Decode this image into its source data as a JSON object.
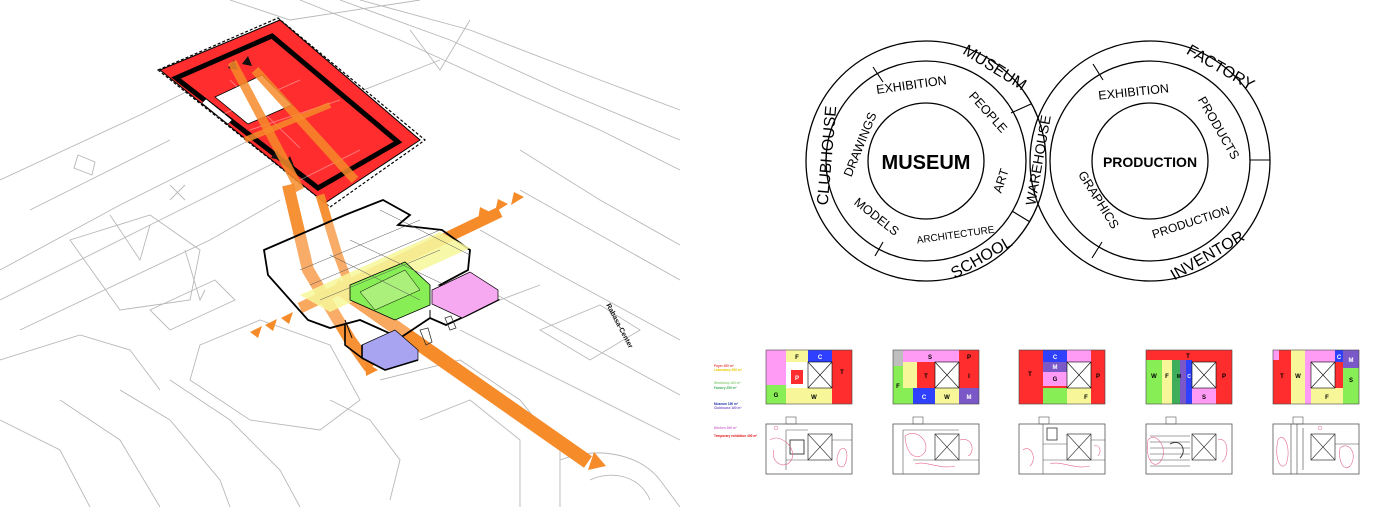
{
  "axonometric": {
    "street_label": "Rabasa-Center"
  },
  "venn": {
    "left": {
      "center": "MUSEUM",
      "inner": [
        "EXHIBITION",
        "PEOPLE",
        "ART",
        "ARCHITECTURE",
        "MODELS",
        "DRAWINGS"
      ],
      "outer": [
        "MUSEUM",
        "SCHOOL",
        "CLUBHOUSE"
      ]
    },
    "right": {
      "center": "PRODUCTION",
      "inner": [
        "EXHIBITION",
        "PRODUCTS",
        "PRODUCTION",
        "GRAPHICS"
      ],
      "outer": [
        "FACTORY",
        "INVENTOR"
      ]
    },
    "shared": "WAREHOUSE"
  },
  "legend": [
    {
      "text": "Foyer 200 m²",
      "color": "#e8443a"
    },
    {
      "text": "Laboratory 350 m²",
      "color": "#e8c800"
    },
    {
      "text": "Workshop 160 m²",
      "color": "#8fd07f"
    },
    {
      "text": "Factory 250 m²",
      "color": "#3fae5a"
    },
    {
      "text": "Museum 150 m²",
      "color": "#1f2fa8"
    },
    {
      "text": "Clubhouse 160 m²",
      "color": "#7b58c8"
    },
    {
      "text": "Kitchen 160 m²",
      "color": "#d070d0"
    },
    {
      "text": "Temporary exhibition 400 m²",
      "color": "#e01818"
    }
  ],
  "plan_letters": {
    "plan1": [
      "F",
      "C",
      "P",
      "T",
      "G",
      "W"
    ],
    "plan2": [
      "S",
      "P",
      "T",
      "I",
      "F",
      "C",
      "W",
      "M"
    ],
    "plan3": [
      "C",
      "M",
      "T",
      "P",
      "G",
      "F"
    ],
    "plan4": [
      "T",
      "W",
      "F",
      "M",
      "C",
      "P",
      "S"
    ],
    "plan5": [
      "T",
      "W",
      "C",
      "M",
      "S",
      "F"
    ]
  },
  "colors": {
    "red": "#ff2d2d",
    "orange": "#f68b2a",
    "yellow": "#f7f79a",
    "green": "#88ee55",
    "pink": "#f6a8f0",
    "lavender": "#a9a4f2",
    "blue": "#2f40ff",
    "magenta": "#ff9af5",
    "grey": "#bebebe"
  }
}
